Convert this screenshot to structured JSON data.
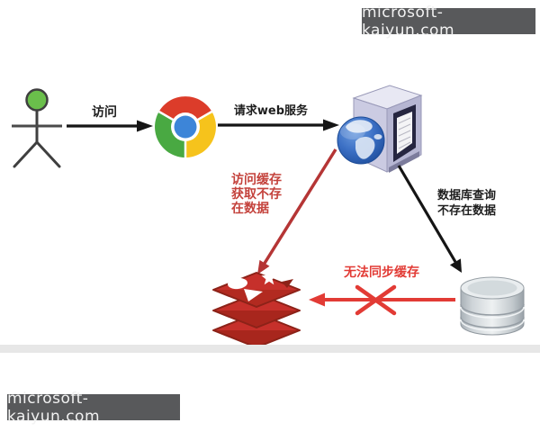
{
  "watermarks": {
    "top": "microsoft-kaiyun.com",
    "bottom": "microsoft-kaiyun.com"
  },
  "labels": {
    "visit": "访问",
    "request_web": "请求web服务",
    "cache_note": {
      "line1": "访问缓存",
      "line2": "获取不存",
      "line3": "在数据"
    },
    "db_query": {
      "line1": "数据库查询",
      "line2": "不存在数据"
    },
    "cannot_sync": "无法同步缓存"
  },
  "icons": {
    "user": "stick-figure-icon",
    "browser": "chrome-icon",
    "server": "web-server-globe-icon",
    "cache": "redis-icon",
    "database": "database-cylinder-icon",
    "blocked": "red-x-icon"
  },
  "colors": {
    "arrow_black": "#151515",
    "arrow_red_bright": "#e23b35",
    "arrow_red_dark": "#b53535",
    "note_red": "#c4423c",
    "watermark_bg": "#58595b",
    "watermark_text": "#f2f2f2",
    "head_green": "#6abf4b",
    "redis_red": "#c6302b",
    "band_gray": "#e7e7e7"
  }
}
